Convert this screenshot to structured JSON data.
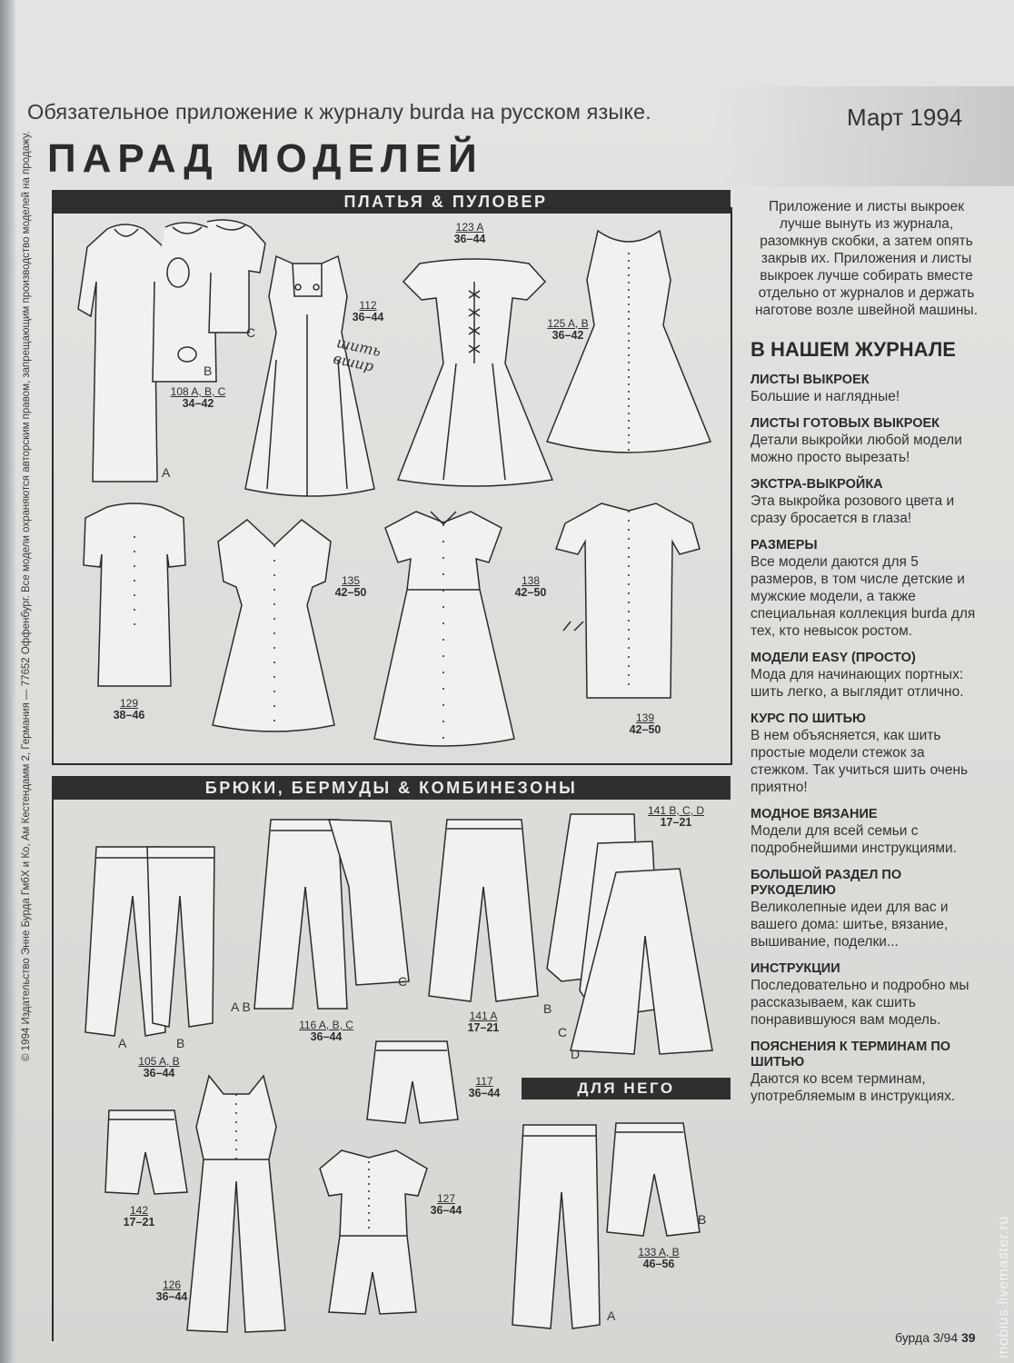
{
  "header": {
    "supplement_line": "Обязательное приложение к журналу burda на русском языке.",
    "date": "Март 1994",
    "title": "ПАРАД МОДЕЛЕЙ"
  },
  "side_copyright": "© 1994 Издательство Энне Бурда ГмбХ и Ко, Ам Кестендамм 2, Германия — 77652 Оффенбург.   Все модели охраняются авторским правом, запрещающим производство моделей на продажу.",
  "sections": {
    "dresses": "ПЛАТЬЯ & ПУЛОВЕР",
    "trousers": "БРЮКИ, БЕРМУДЫ & КОМБИНЕЗОНЫ",
    "for_him": "ДЛЯ НЕГО"
  },
  "models": {
    "m108": {
      "num": "108 A, B, C",
      "size": "34–42",
      "letters": [
        "A",
        "B",
        "C"
      ]
    },
    "m112": {
      "num": "112",
      "size": "36–44",
      "note": "шить вшир"
    },
    "m123": {
      "num": "123 A",
      "size": "36–44"
    },
    "m125": {
      "num": "125 A, B",
      "size": "36–42"
    },
    "m129": {
      "num": "129",
      "size": "38–46"
    },
    "m135": {
      "num": "135",
      "size": "42–50"
    },
    "m138": {
      "num": "138",
      "size": "42–50"
    },
    "m139": {
      "num": "139",
      "size": "42–50"
    },
    "m105": {
      "num": "105 A, B",
      "size": "36–44",
      "letters": [
        "A",
        "B"
      ]
    },
    "m116": {
      "num": "116 A, B, C",
      "size": "36–44",
      "letters": [
        "A B",
        "C"
      ]
    },
    "m141a": {
      "num": "141 A",
      "size": "17–21"
    },
    "m141bcd": {
      "num": "141 B, C, D",
      "size": "17–21",
      "letters": [
        "B",
        "C",
        "D"
      ]
    },
    "m117": {
      "num": "117",
      "size": "36–44"
    },
    "m142": {
      "num": "142",
      "size": "17–21"
    },
    "m126": {
      "num": "126",
      "size": "36–44"
    },
    "m127": {
      "num": "127",
      "size": "36–44"
    },
    "m133": {
      "num": "133 A, B",
      "size": "46–56",
      "letters": [
        "A",
        "B"
      ]
    }
  },
  "sidebar": {
    "intro": "Приложение и листы выкроек лучше вынуть из журнала, разомкнув скобки, а затем опять закрыв их. Приложения и листы выкроек лучше собирать вместе отдельно от журналов и держать наготове возле швейной машины.",
    "title": "В НАШЕМ ЖУРНАЛЕ",
    "items": [
      {
        "head": "ЛИСТЫ ВЫКРОЕК",
        "text": "Большие и наглядные!"
      },
      {
        "head": "ЛИСТЫ ГОТОВЫХ ВЫКРОЕК",
        "text": "Детали выкройки любой модели можно просто вырезать!"
      },
      {
        "head": "ЭКСТРА-ВЫКРОЙКА",
        "text": "Эта выкройка розового цвета и сразу бросается в глаза!"
      },
      {
        "head": "РАЗМЕРЫ",
        "text": "Все модели даются для 5 размеров, в том числе детские и мужские модели, а также специальная коллекция burda для тех, кто невысок ростом."
      },
      {
        "head": "МОДЕЛИ EASY (ПРОСТО)",
        "text": "Мода для начинающих портных: шить легко, а выглядит отлично."
      },
      {
        "head": "КУРС ПО ШИТЬЮ",
        "text": "В нем объясняется, как шить простые модели стежок за стежком. Так учиться шить очень приятно!"
      },
      {
        "head": "МОДНОЕ ВЯЗАНИЕ",
        "text": "Модели для всей семьи с подробнейшими инструкциями."
      },
      {
        "head": "БОЛЬШОЙ РАЗДЕЛ ПО РУКОДЕЛИЮ",
        "text": "Великолепные идеи для вас и вашего дома: шитье, вязание, вышивание, поделки..."
      },
      {
        "head": "ИНСТРУКЦИИ",
        "text": "Последовательно и подробно мы рассказываем, как сшить понравившуюся вам модель."
      },
      {
        "head": "ПОЯСНЕНИЯ К ТЕРМИНАМ ПО ШИТЬЮ",
        "text": "Даются ко всем терминам, употребляемым в инструкциях."
      }
    ]
  },
  "footer": {
    "magazine": "бурда",
    "issue": "3/94",
    "page": "39"
  },
  "watermark": "mobius.livemaster.ru"
}
